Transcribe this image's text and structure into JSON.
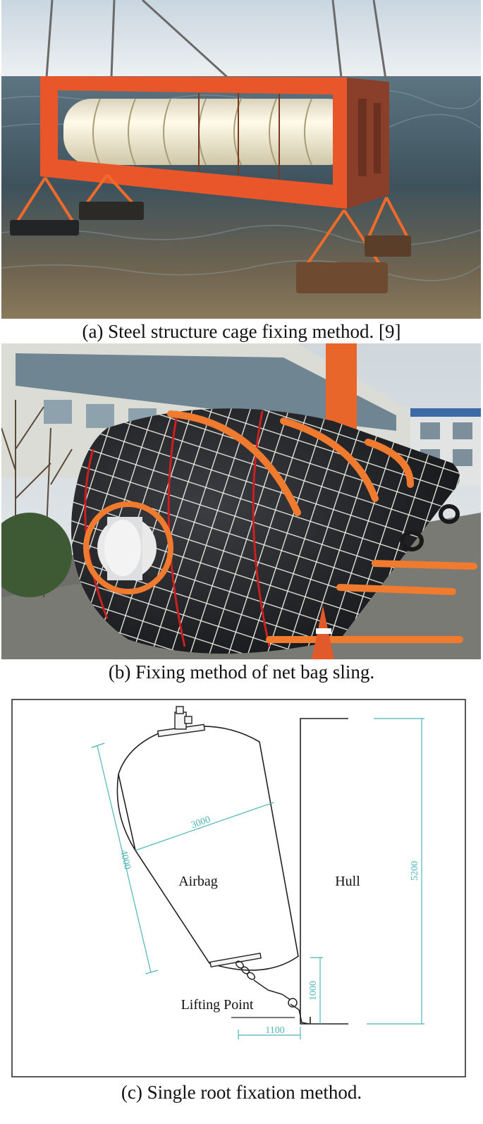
{
  "figure": {
    "panel_a": {
      "caption": "(a) Steel structure cage fixing method. [9]",
      "colors": {
        "frame": "#e8562a",
        "sky": "#dfe6ec",
        "water": "#49606d",
        "airbag": "#f2eee0"
      }
    },
    "panel_b": {
      "caption": "(b) Fixing method of net bag sling.",
      "colors": {
        "airbag": "#1e1f22",
        "net": "#f1eee6",
        "sling": "#f07a2e",
        "building": "#dcdcd6"
      }
    },
    "panel_c": {
      "caption": "(c) Single root fixation method.",
      "labels": {
        "airbag": "Airbag",
        "hull": "Hull",
        "lifting_point": "Lifting Point"
      },
      "dimensions": {
        "airbag_diameter": "3000",
        "airbag_length": "4000",
        "hull_height": "5200",
        "lift_height": "1000",
        "lift_offset": "1100"
      },
      "colors": {
        "dimension": "#4fb4b8",
        "line": "#222222"
      }
    }
  }
}
